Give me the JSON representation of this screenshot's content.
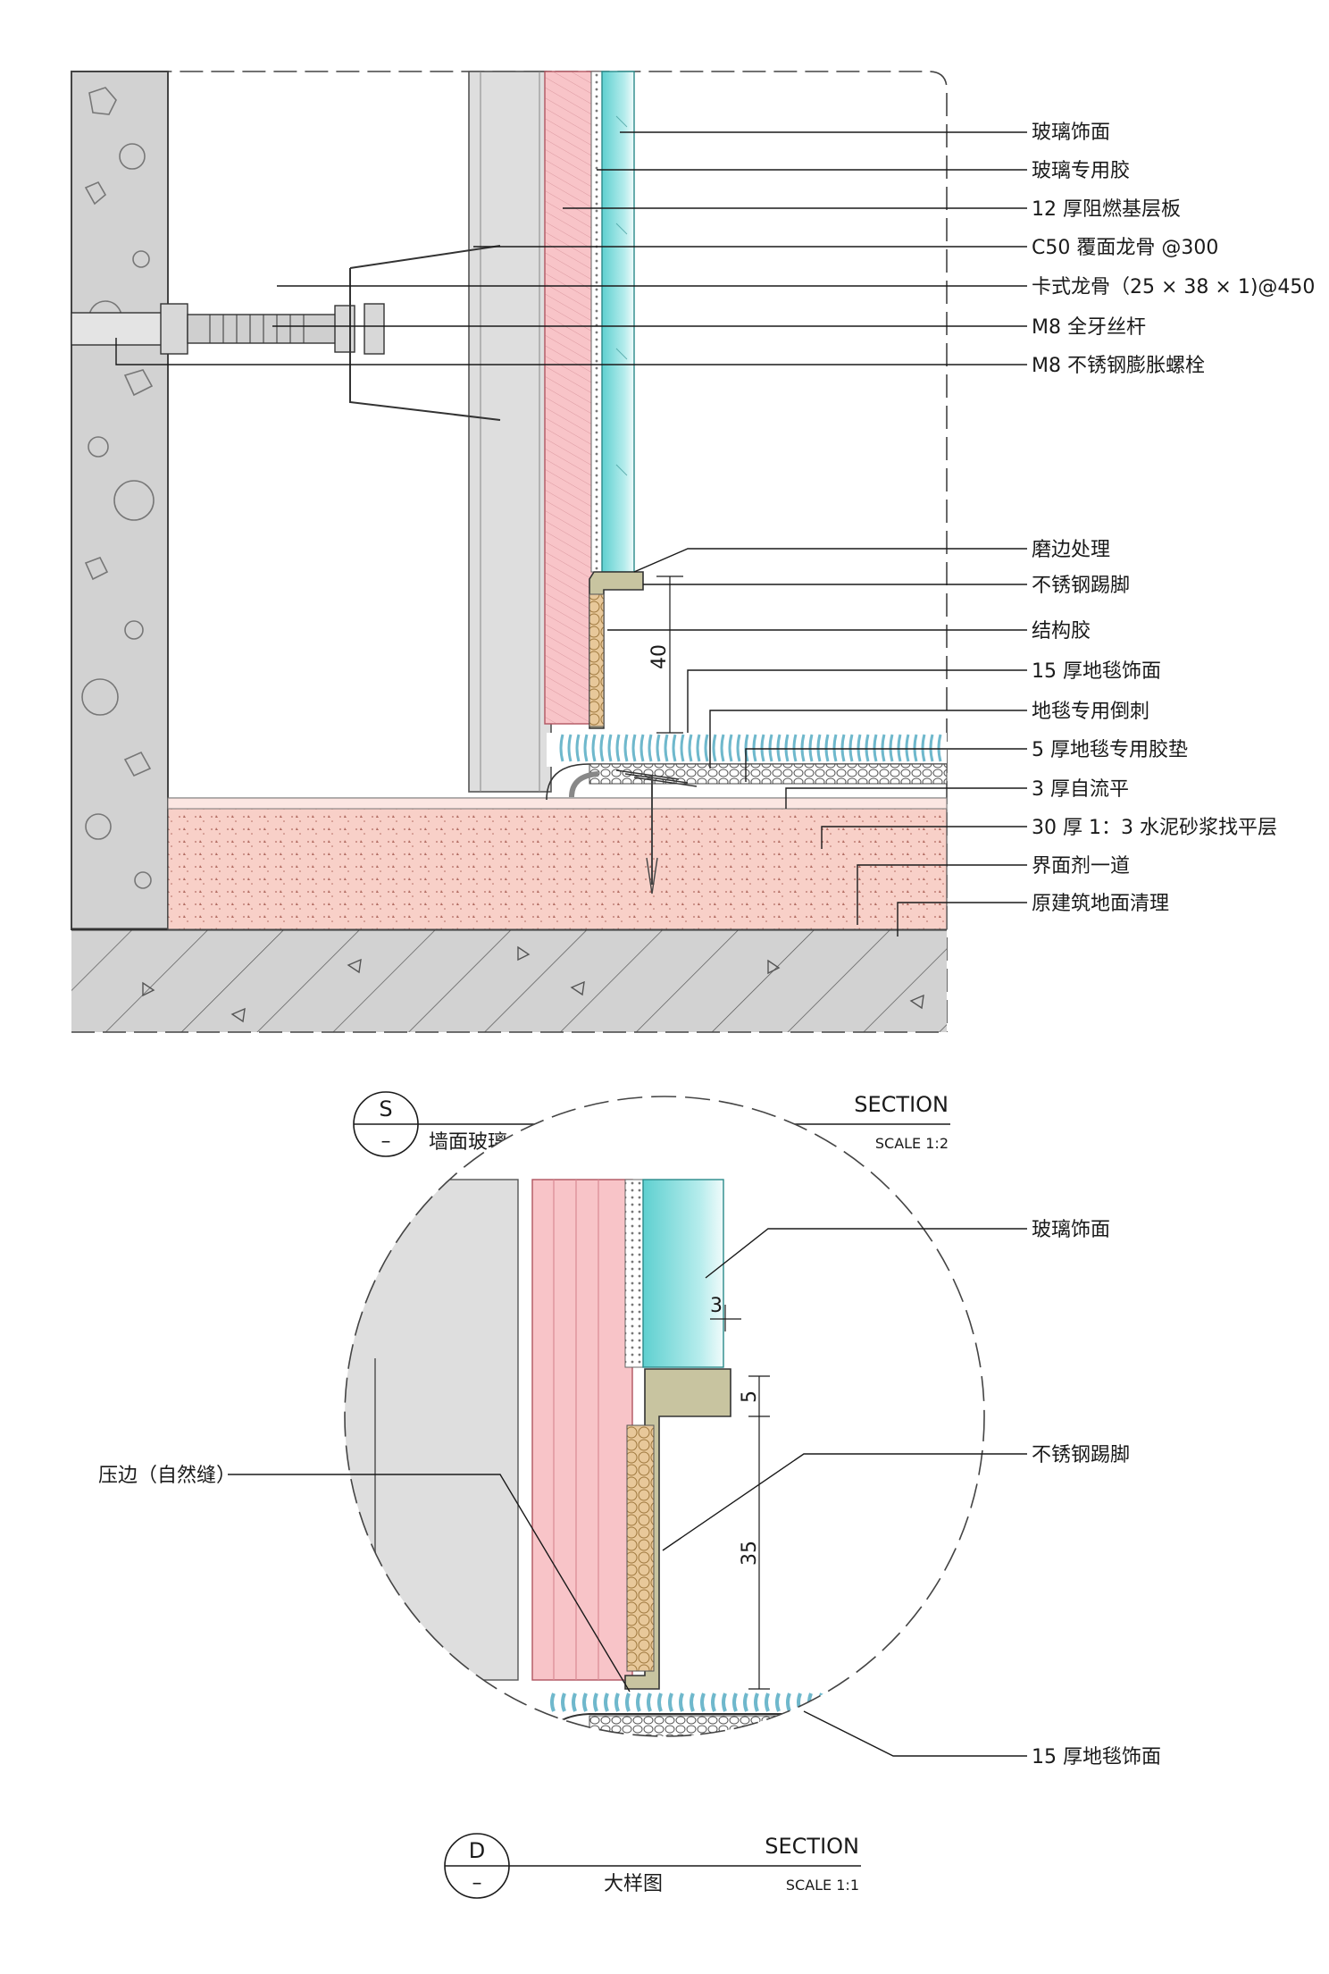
{
  "section_s": {
    "labels": [
      "玻璃饰面",
      "玻璃专用胶",
      "12 厚阻燃基层板",
      "C50 覆面龙骨 @300",
      "卡式龙骨（25 × 38 × 1)@450",
      "M8 全牙丝杆",
      "M8 不锈钢膨胀螺栓",
      "磨边处理",
      "不锈钢踢脚",
      "结构胶",
      "15 厚地毯饰面",
      "地毯专用倒刺",
      "5 厚地毯专用胶垫",
      "3 厚自流平",
      "30 厚 1：3 水泥砂浆找平层",
      "界面剂一道",
      "原建筑地面清理"
    ],
    "dimension": "40",
    "title_symbol_top": "S",
    "title_symbol_bottom": "–",
    "title_text": "墙面玻璃、不锈钢踢脚与地面地毯压边工艺",
    "title_type": "SECTION",
    "title_scale": "SCALE 1:2"
  },
  "detail_d": {
    "labels_right": [
      "玻璃饰面",
      "不锈钢踢脚",
      "15 厚地毯饰面"
    ],
    "label_left": "压边（自然缝）",
    "dimensions": [
      "3",
      "5",
      "35"
    ],
    "title_symbol_top": "D",
    "title_symbol_bottom": "–",
    "title_text": "大样图",
    "title_type": "SECTION",
    "title_scale": "SCALE 1:1"
  },
  "colors": {
    "concrete": "#d2d2d2",
    "mortar": "#f8d0c8",
    "board": "#f8c4c8",
    "glass": "#7dd8d8",
    "steel": "#c8c4a0",
    "glue": "#e8c89a",
    "carpet": "#6fb8cc"
  }
}
